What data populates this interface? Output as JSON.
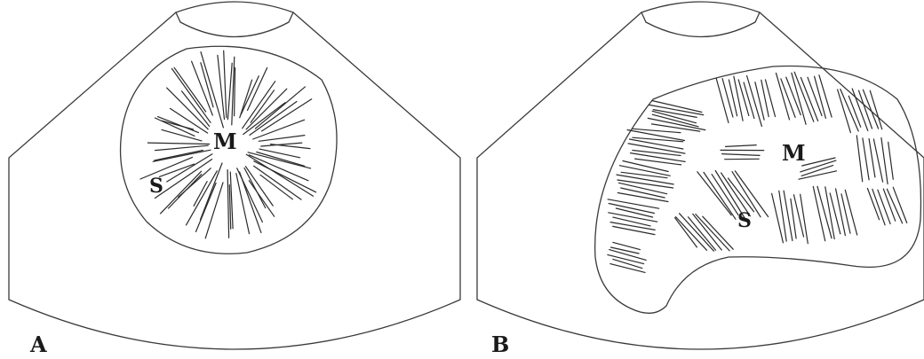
{
  "panels": [
    {
      "id": "A",
      "panel_label": "A",
      "center_label": "M",
      "tissue_label": "S",
      "pattern": "radial"
    },
    {
      "id": "B",
      "panel_label": "B",
      "center_label": "M",
      "tissue_label": "S",
      "pattern": "irregular"
    }
  ]
}
